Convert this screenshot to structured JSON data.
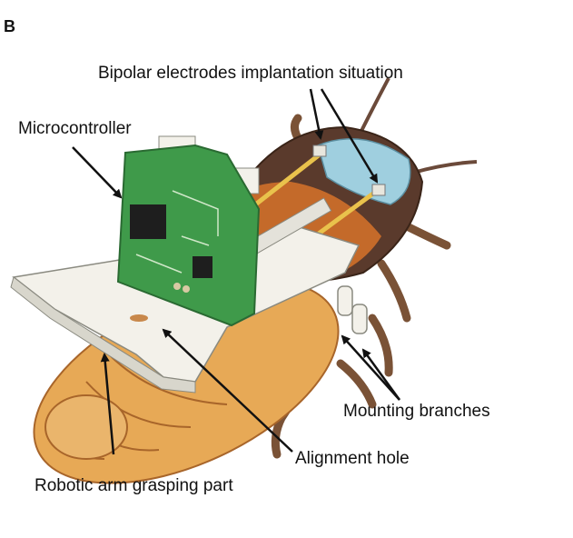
{
  "figure": {
    "panel_letter": "B",
    "labels": {
      "electrodes": "Bipolar electrodes implantation situation",
      "microcontroller": "Microcontroller",
      "mounting": "Mounting branches",
      "alignment": "Alignment hole",
      "grasping": "Robotic arm grasping part"
    }
  },
  "colors": {
    "cockroach_dark": "#5a3a2c",
    "cockroach_orange": "#d9893a",
    "cockroach_light": "#eab56c",
    "pcb_green": "#3f9a4a",
    "electrode_blue": "#9fcfdf",
    "electrode_wire": "#e9c24c",
    "backpack_white": "#f3f1ea"
  }
}
